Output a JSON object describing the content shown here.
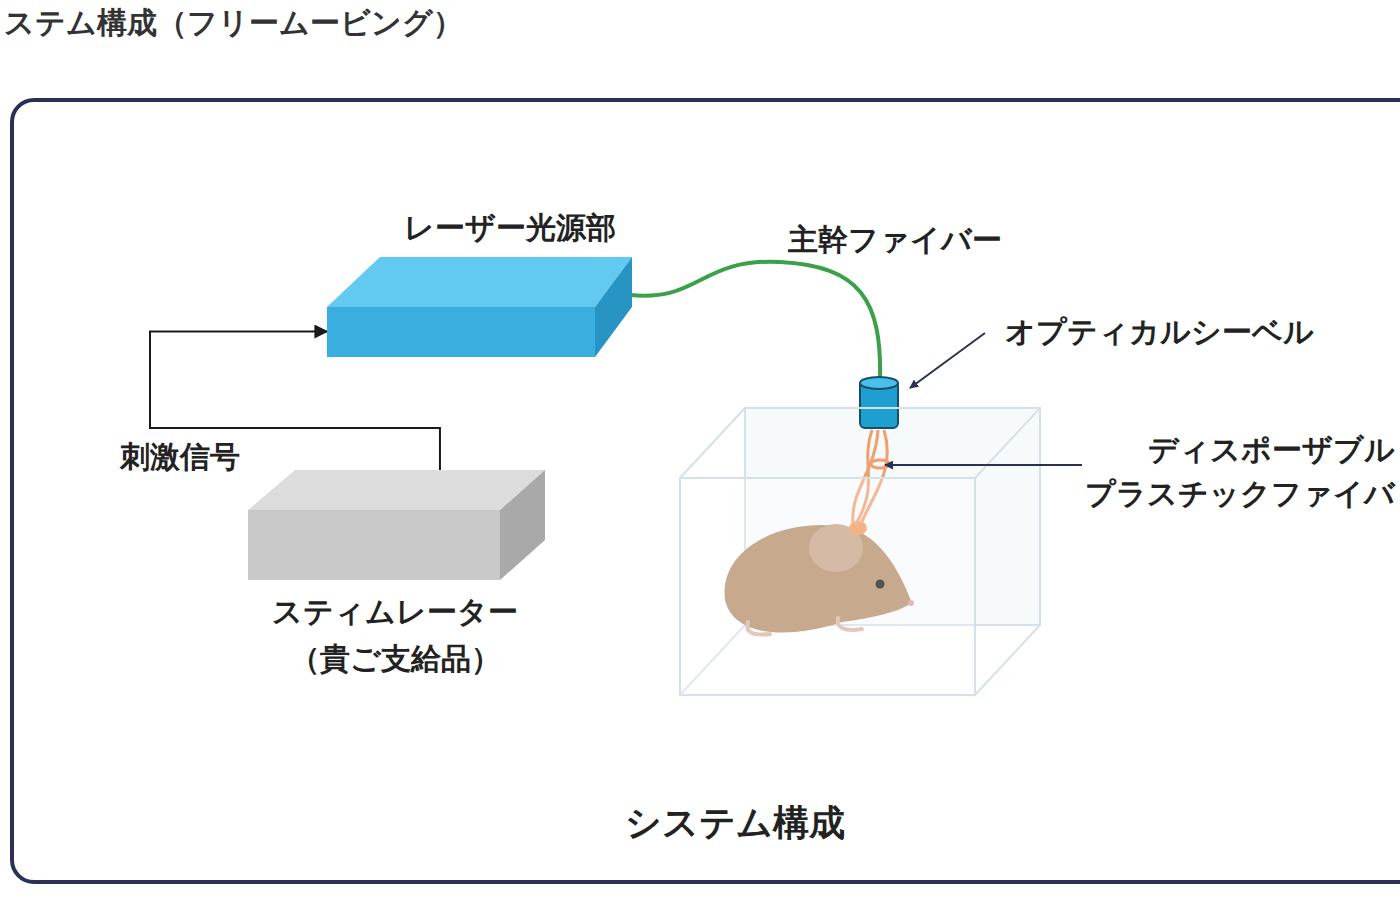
{
  "diagram": {
    "title": "ステム構成（フリームービング）",
    "caption": "システム構成",
    "nodes": [
      {
        "text": [
          "レーザー光源部"
        ]
      },
      {
        "text": [
          "スティムレーター （貴ご支給品）"
        ]
      }
    ],
    "edges": [
      {
        "from": 1,
        "to": 0,
        "label": "刺激信号",
        "arrow": "to"
      }
    ],
    "labels": [
      "主幹ファイバー",
      "オプティカルシーベル",
      "ディスポーザブル プラスチックファイバ"
    ]
  }
}
